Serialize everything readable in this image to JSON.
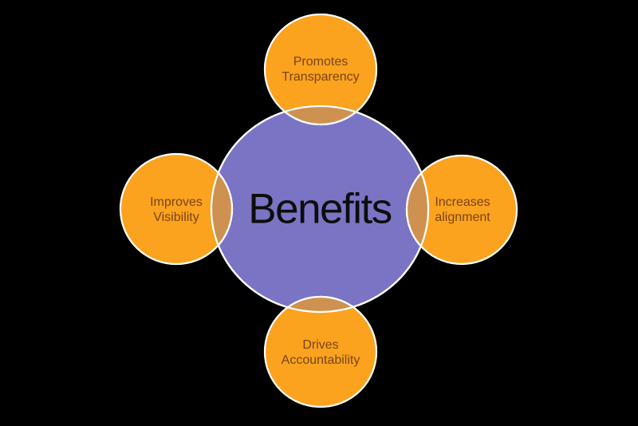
{
  "diagram": {
    "title": "Benefits radial venn diagram",
    "center": {
      "label": "Benefits"
    },
    "satellites": [
      {
        "position": "top",
        "lines": [
          "Promotes",
          "Transparency"
        ]
      },
      {
        "position": "right",
        "lines": [
          "Increases",
          "alignment"
        ]
      },
      {
        "position": "bottom",
        "lines": [
          "Drives",
          "Accountability"
        ]
      },
      {
        "position": "left",
        "lines": [
          "Improves",
          "Visibility"
        ]
      }
    ]
  },
  "palette": {
    "background": "#000000",
    "center_fill": "#7B74C4",
    "satellite_fill": "#FBA21E",
    "overlap_fill": "#CE9150",
    "outline": "#FFFFFF",
    "center_text": "#0D0D0D",
    "satellite_text": "#7A4517"
  }
}
